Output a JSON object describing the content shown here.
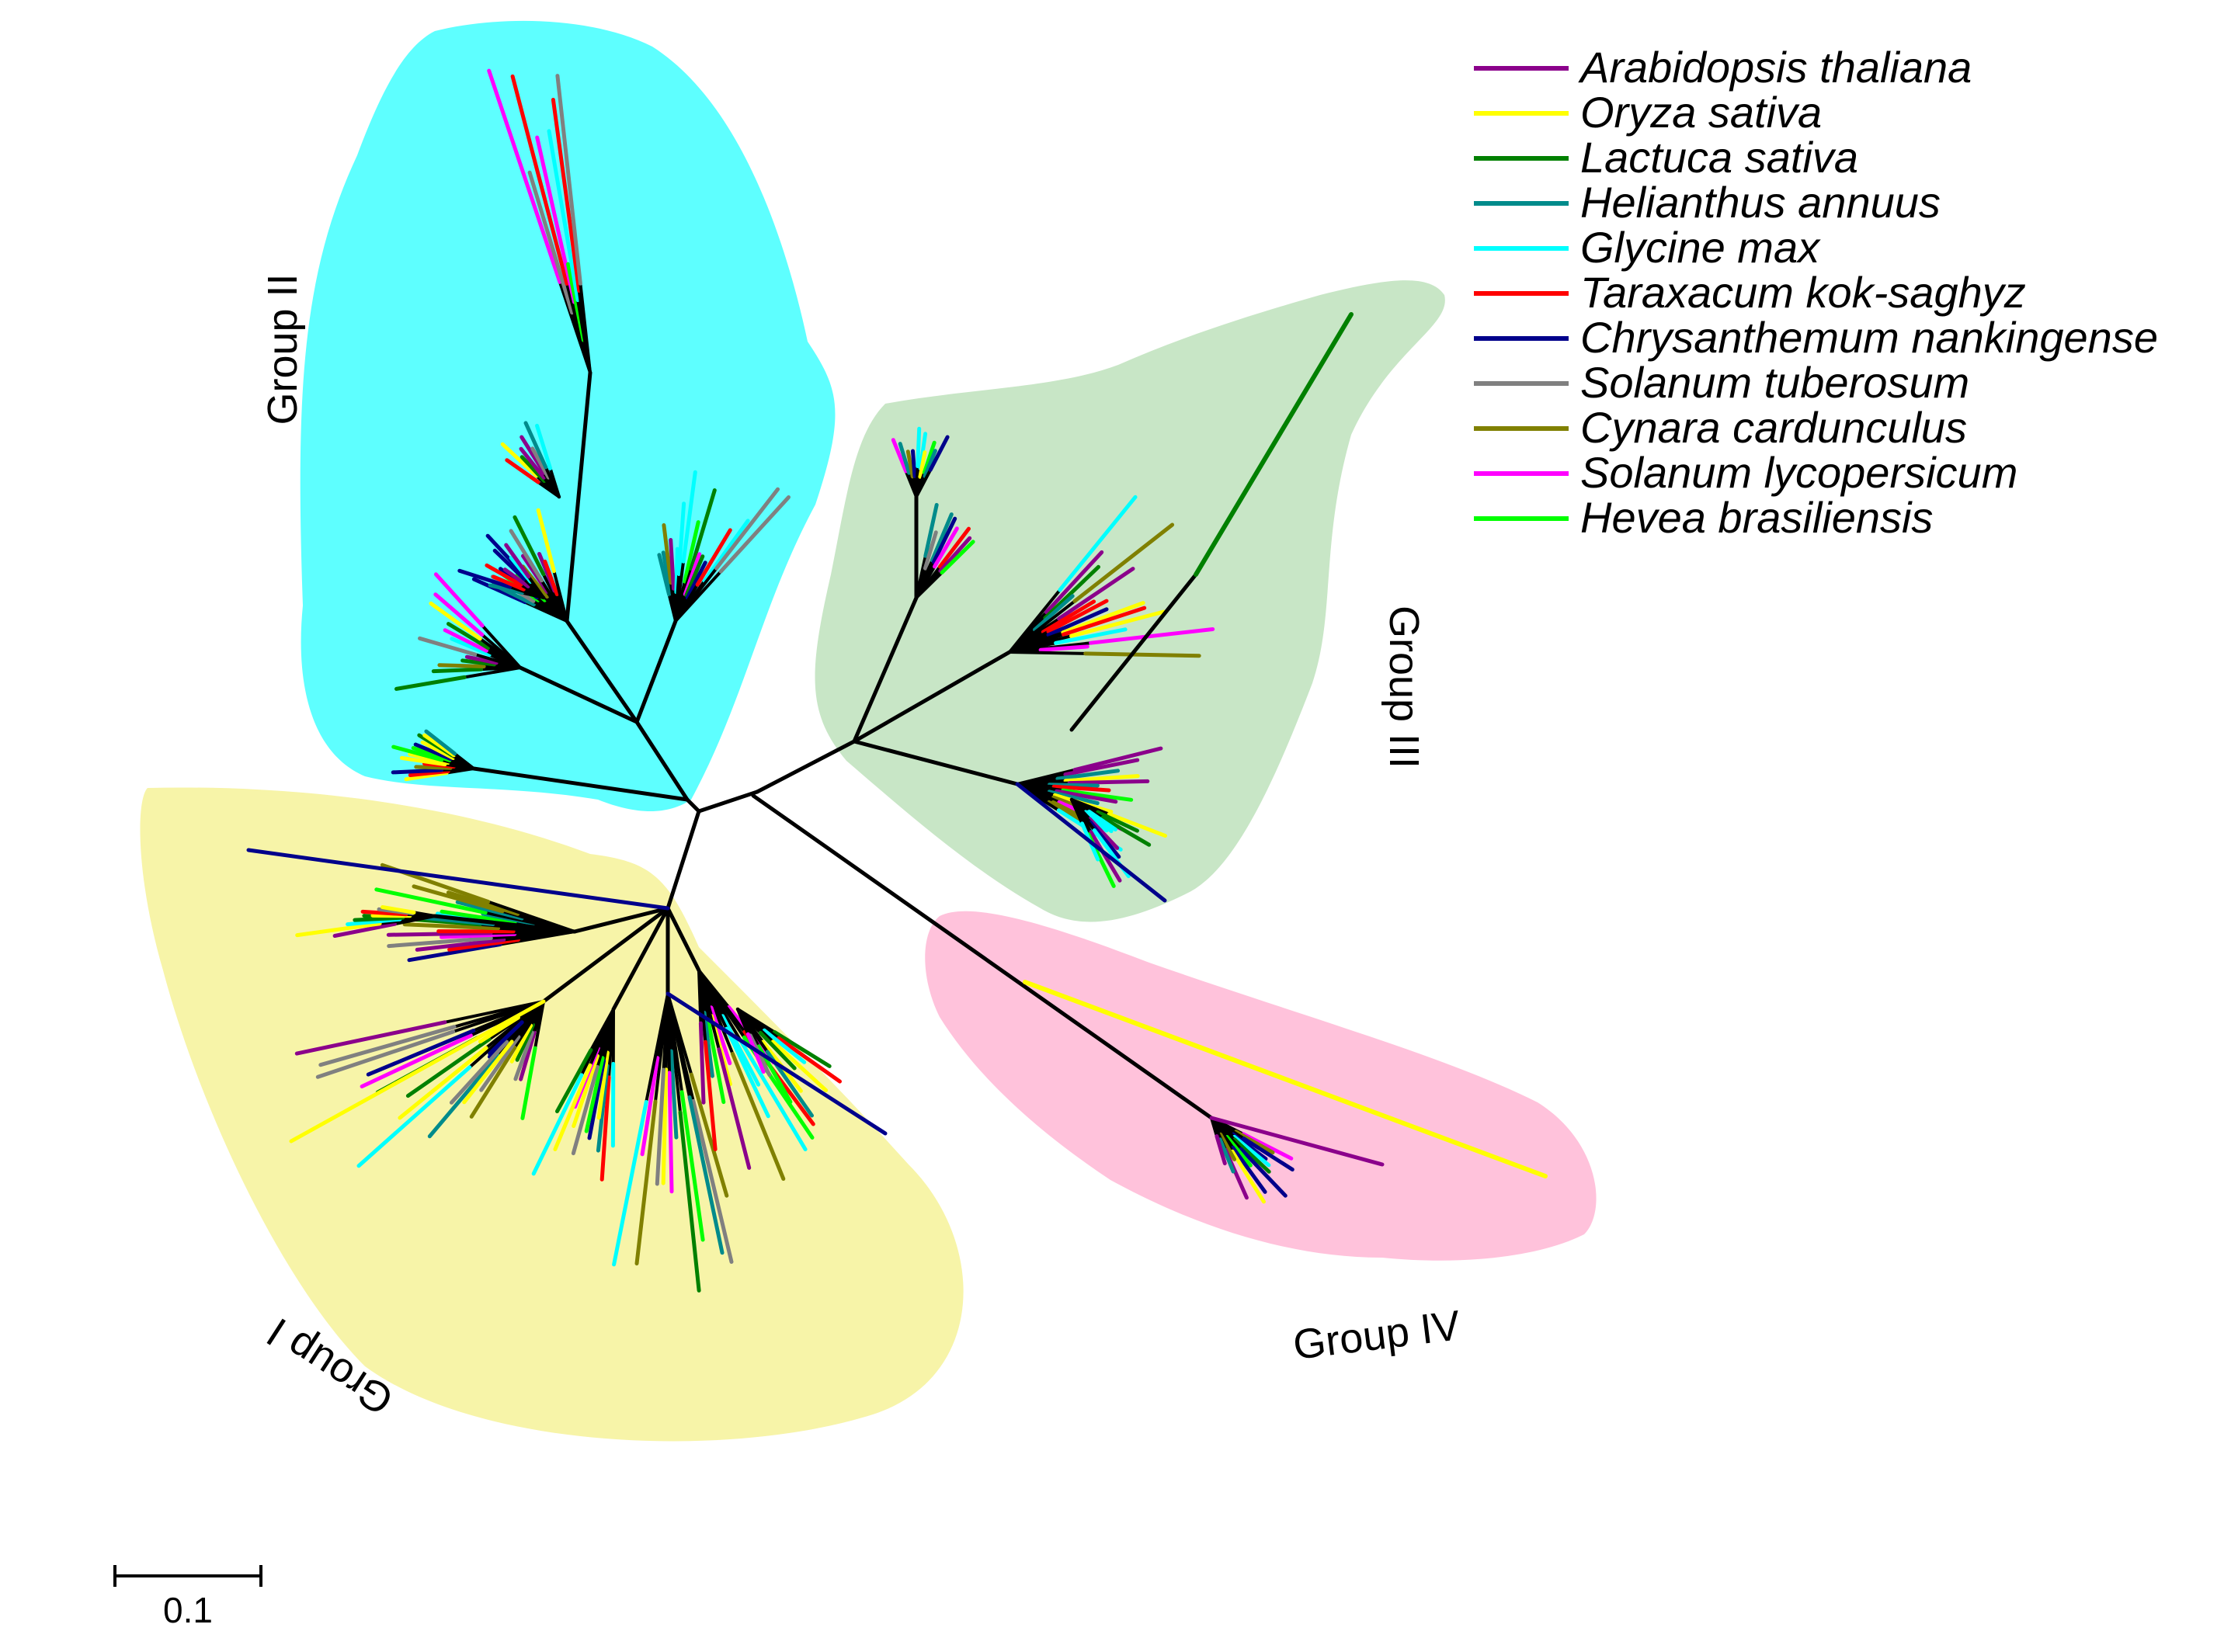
{
  "species": [
    {
      "name": "Arabidopsis thaliana",
      "color": "#8B008B"
    },
    {
      "name": "Oryza sativa",
      "color": "#FFFF00"
    },
    {
      "name": "Lactuca sativa",
      "color": "#008000"
    },
    {
      "name": "Helianthus annuus",
      "color": "#008B8B"
    },
    {
      "name": "Glycine max",
      "color": "#00FFFF"
    },
    {
      "name": "Taraxacum kok-saghyz",
      "color": "#FF0000"
    },
    {
      "name": "Chrysanthemum nankingense",
      "color": "#00008B"
    },
    {
      "name": "Solanum tuberosum",
      "color": "#808080"
    },
    {
      "name": "Cynara cardunculus",
      "color": "#808000"
    },
    {
      "name": "Solanum lycopersicum",
      "color": "#FF00FF"
    },
    {
      "name": "Hevea brasiliensis",
      "color": "#00FF00"
    }
  ],
  "groups": [
    {
      "label": "Group  I",
      "color": "#F7F4A8"
    },
    {
      "label": "Group  II",
      "color": "#5EFFFF"
    },
    {
      "label": "Group  III",
      "color": "#C8E6C6"
    },
    {
      "label": "Group  IV",
      "color": "#FFC2DB"
    }
  ],
  "scale_bar": {
    "value": 0.1,
    "label": "0.1"
  },
  "branch_color": "#000000"
}
